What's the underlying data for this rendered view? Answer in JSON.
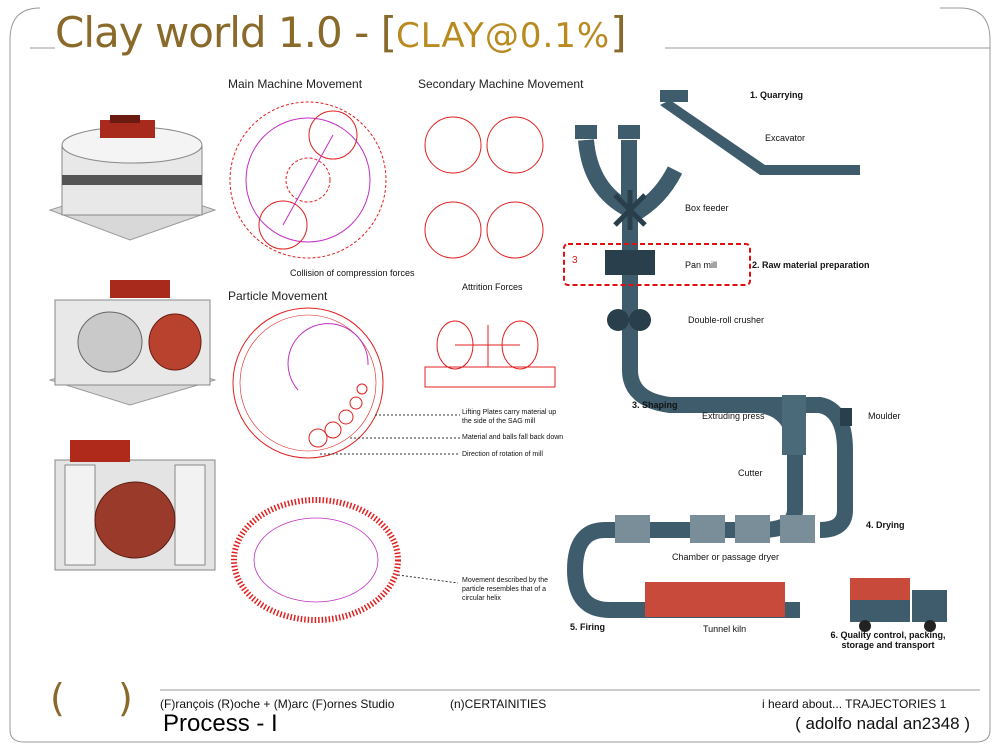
{
  "header": {
    "title_main": "Clay world 1.0 - [",
    "title_clay": "CLAY@0.1%",
    "title_end": "]"
  },
  "diagram": {
    "main_movement_title": "Main Machine Movement",
    "secondary_movement_title": "Secondary Machine Movement",
    "particle_movement_title": "Particle Movement",
    "collision_label": "Collision of compression forces",
    "attrition_label": "Attrition Forces",
    "lifting_label": "Lifting Plates carry material up the side of the SAG mill",
    "falling_label": "Material and balls fall back down",
    "rotation_label": "Direction of rotation of mill",
    "helix_label": "Movement described by the particle resembles that of a circular helix"
  },
  "process": {
    "steps": {
      "quarrying": "1. Quarrying",
      "raw_prep": "2. Raw material preparation",
      "shaping": "3. Shaping",
      "drying": "4. Drying",
      "firing": "5. Firing",
      "quality": "6. Quality control, packing, storage and transport"
    },
    "equipment": {
      "excavator": "Excavator",
      "box_feeder": "Box feeder",
      "pan_mill": "Pan mill",
      "crusher": "Double-roll crusher",
      "extruding_press": "Extruding press",
      "moulder": "Moulder",
      "cutter": "Cutter",
      "dryer": "Chamber or passage dryer",
      "kiln": "Tunnel kiln"
    },
    "highlight_number": "3"
  },
  "footer": {
    "credits": "(F)rançois (R)oche + (M)arc (F)ornes  Studio",
    "uncertainties": "(n)CERTAINITIES",
    "trajectories": "i heard about...  TRAJECTORIES  1",
    "process_label": "Process - I",
    "author": "( adolfo nadal an2348 )",
    "paren_open": "(",
    "paren_close": ")"
  },
  "colors": {
    "title_brown": "#8a6a2a",
    "diagram_red": "#e02020",
    "diagram_magenta": "#c030c0",
    "pipe_slate": "#3f5c6c",
    "kiln_red": "#c84a3a",
    "highlight_red": "#e01010"
  }
}
